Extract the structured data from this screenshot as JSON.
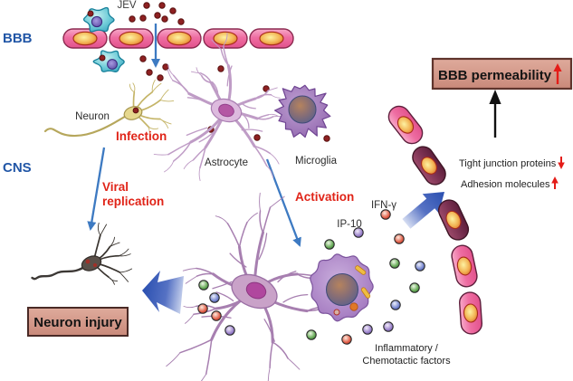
{
  "figure": {
    "type": "scientific-diagram",
    "topic": "JEV infection across the blood-brain barrier"
  },
  "colors": {
    "accent_red": "#e02418",
    "label_blue": "#2156a6",
    "thin_arrow_blue": "#3d7ac2",
    "block_arrow_blue": "#2a4fb0",
    "outcome_box_fill": "#d49a8b",
    "outcome_box_border": "#5f342c",
    "virus_dot": "#8e2122",
    "endothelial_pink": "#ee6da2",
    "vessel_maroon": "#7c3253"
  },
  "barrier": {
    "jev_label": "JEV",
    "bbb_label": "BBB"
  },
  "cns": {
    "cns_label": "CNS",
    "neuron_label": "Neuron",
    "infection_label": "Infection",
    "astrocyte_label": "Astrocyte",
    "microglia_label": "Microglia"
  },
  "process": {
    "viral_replication_line1": "Viral",
    "viral_replication_line2": "replication",
    "activation_label": "Activation"
  },
  "outcomes": {
    "neuron_injury_label": "Neuron injury",
    "ifn_gamma_label": "IFN-γ",
    "ip10_label": "IP-10",
    "inflammatory_line1": "Inflammatory /",
    "inflammatory_line2": "Chemotactic factors"
  },
  "right_panel": {
    "bbb_permeability_label": "BBB permeability",
    "tight_junction_label": "Tight junction proteins",
    "adhesion_label": "Adhesion molecules",
    "permeability_direction": "up",
    "tight_junction_direction": "down",
    "adhesion_direction": "up"
  }
}
